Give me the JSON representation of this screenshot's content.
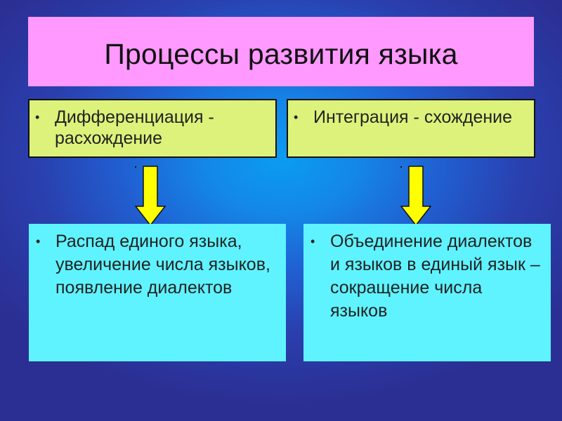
{
  "title": "Процессы развития языка",
  "bullet": "•",
  "left": {
    "top_text": "Дифференциация - расхождение",
    "bottom_text": "Распад единого языка, увеличение числа языков, появление диалектов"
  },
  "right": {
    "top_text": "Интеграция - схождение",
    "bottom_text": "Объединение диалектов и языков в единый язык – сокращение числа языков"
  },
  "colors": {
    "title_bg": "#ff99ff",
    "top_box_bg": "#ddf27b",
    "bottom_box_bg": "#5ff3ff",
    "arrow_fill": "#ffff00"
  }
}
